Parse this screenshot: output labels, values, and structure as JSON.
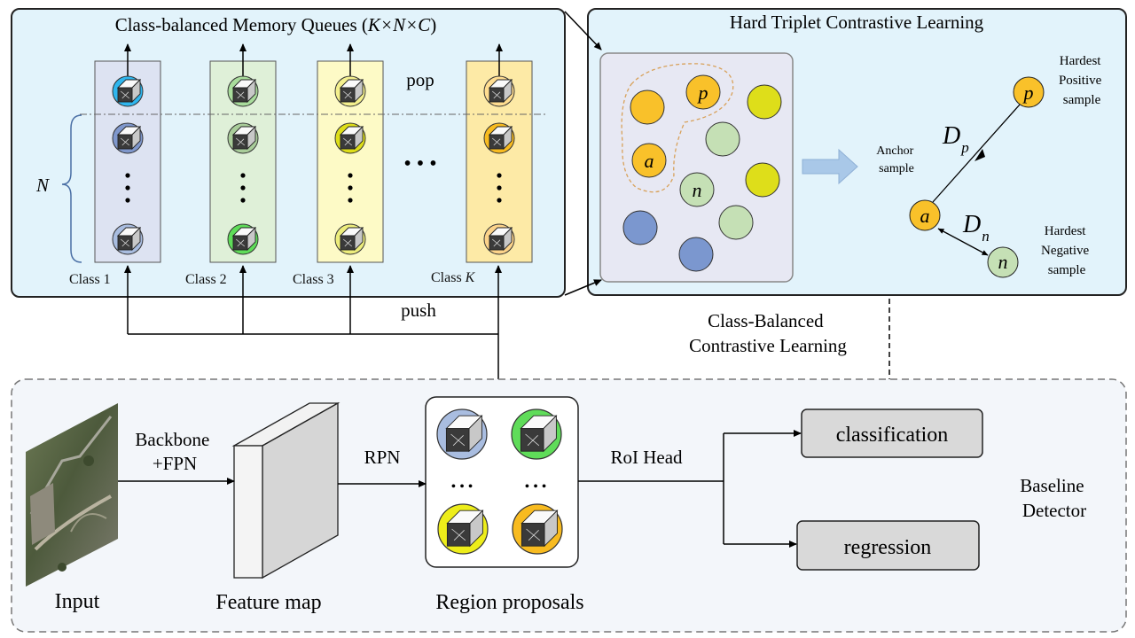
{
  "memory_queues": {
    "title_prefix": "Class-balanced Memory Queues (",
    "title_formula": "K×N×C",
    "title_suffix": ")",
    "pop_label": "pop",
    "push_label": "push",
    "n_label": "N",
    "dots": "• • •",
    "classes": [
      {
        "label": "Class 1",
        "fill": "#dde3f2",
        "colors": [
          "#2fb6ee",
          "#7f97cc",
          "#7f97cc",
          "#a9bde0"
        ]
      },
      {
        "label": "Class 2",
        "fill": "#dff0d8",
        "colors": [
          "#a9dc9c",
          "#a9cd9a",
          "#a9cd9a",
          "#5fdc59"
        ]
      },
      {
        "label": "Class 3",
        "fill": "#fdfac6",
        "colors": [
          "#f4f08e",
          "#dede1a",
          "#dede1a",
          "#eded7c"
        ]
      },
      {
        "label": "Class ",
        "label_italic": "K",
        "fill": "#fdeaa6",
        "colors": [
          "#ffdd90",
          "#f8bb20",
          "#f8bb20",
          "#fcd38a"
        ]
      }
    ]
  },
  "triplet": {
    "title": "Hard Triplet Contrastive Learning",
    "anchor_label": [
      "Anchor",
      "sample"
    ],
    "positive_label": [
      "Hardest",
      "Positive",
      "sample"
    ],
    "negative_label": [
      "Hardest",
      "Negative",
      "sample"
    ],
    "dp": "D",
    "dp_sub": "p",
    "dn": "D",
    "dn_sub": "n",
    "a": "a",
    "p": "p",
    "n": "n"
  },
  "cbcl_label": [
    "Class-Balanced",
    "Contrastive Learning"
  ],
  "baseline": {
    "label": [
      "Baseline",
      "Detector"
    ],
    "input_label": "Input",
    "backbone_label": [
      "Backbone",
      "+FPN"
    ],
    "feature_map_label": "Feature map",
    "rpn_label": "RPN",
    "region_label": "Region proposals",
    "roi_label": "RoI Head",
    "classification_label": "classification",
    "regression_label": "regression",
    "ellipsis": "• • •"
  },
  "colors": {
    "panel_fill": "#e2f3fb",
    "panel_border": "#222222",
    "baseline_fill": "#f3f6fa",
    "baseline_border": "#777777",
    "box_fill": "#d9d9d9",
    "orange": "#f9c12a",
    "yellow": "#dede1a",
    "blue": "#7b97cf",
    "green": "#c5e0b5",
    "arrow_blue": "#a9c8e8"
  }
}
